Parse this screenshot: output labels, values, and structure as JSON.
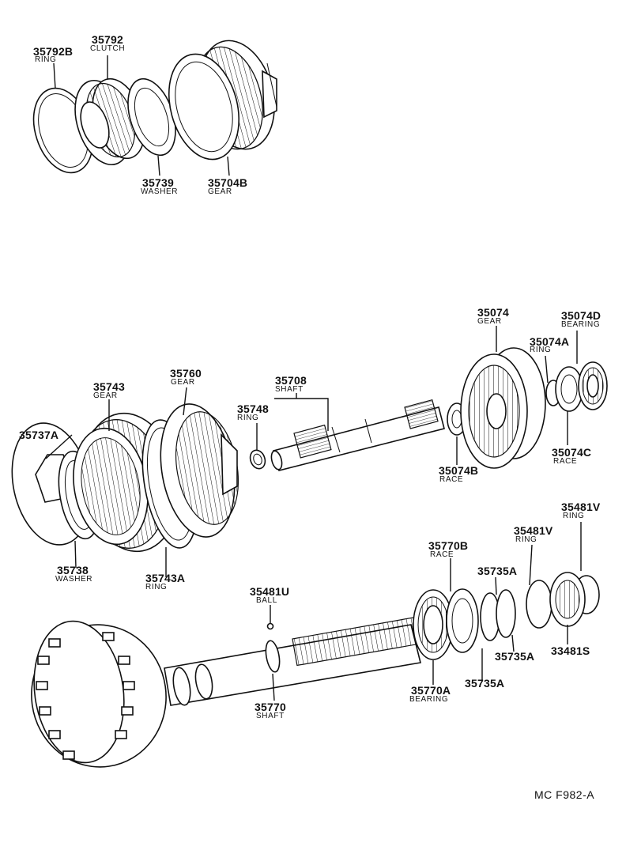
{
  "diagram": {
    "callouts": {
      "p35792B": {
        "part_no": "35792B",
        "name": "RING"
      },
      "p35792": {
        "part_no": "35792",
        "name": "CLUTCH"
      },
      "p35739": {
        "part_no": "35739",
        "name": "WASHER"
      },
      "p35704B": {
        "part_no": "35704B",
        "name": "GEAR"
      },
      "p35074": {
        "part_no": "35074",
        "name": "GEAR"
      },
      "p35074D": {
        "part_no": "35074D",
        "name": "BEARING"
      },
      "p35074A": {
        "part_no": "35074A",
        "name": "RING"
      },
      "p35074C": {
        "part_no": "35074C",
        "name": "RACE"
      },
      "p35074B": {
        "part_no": "35074B",
        "name": "RACE"
      },
      "p35708": {
        "part_no": "35708",
        "name": "SHAFT"
      },
      "p35748": {
        "part_no": "35748",
        "name": "RING"
      },
      "p35760": {
        "part_no": "35760",
        "name": "GEAR"
      },
      "p35743": {
        "part_no": "35743",
        "name": "GEAR"
      },
      "p35737A": {
        "part_no": "35737A"
      },
      "p35738": {
        "part_no": "35738",
        "name": "WASHER"
      },
      "p35743A": {
        "part_no": "35743A",
        "name": "RING"
      },
      "p35481V_upper": {
        "part_no": "35481V",
        "name": "RING"
      },
      "p35481V_lower": {
        "part_no": "35481V",
        "name": "RING"
      },
      "p35770B": {
        "part_no": "35770B",
        "name": "RACE"
      },
      "p35735A_upper": {
        "part_no": "35735A"
      },
      "p35735A_mid": {
        "part_no": "35735A"
      },
      "p35735A_lower": {
        "part_no": "35735A"
      },
      "p33481S": {
        "part_no": "33481S"
      },
      "p35481U": {
        "part_no": "35481U",
        "name": "BALL"
      },
      "p35770A": {
        "part_no": "35770A",
        "name": "BEARING"
      },
      "p35770": {
        "part_no": "35770",
        "name": "SHAFT"
      }
    },
    "footer": {
      "code": "MC  F982-A"
    }
  }
}
